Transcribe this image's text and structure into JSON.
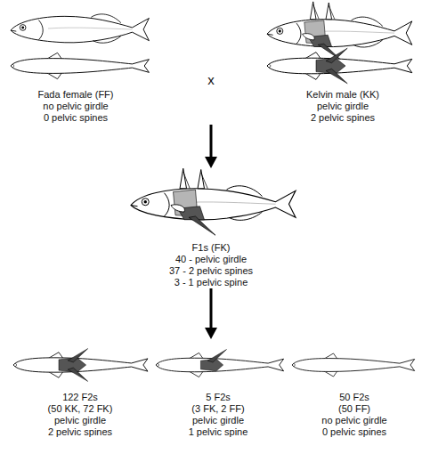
{
  "diagram": {
    "labels": [
      "Fada female (FF)",
      "no pelvic girdle",
      "0 pelvic spines",
      "x",
      "Kelvin male (KK)",
      "pelvic girdle",
      "2 pelvic spines",
      "F1s (FK)",
      "40 - pelvic girdle",
      "37 - 2 pelvic spines",
      "3 - 1 pelvic spine",
      "122 F2s",
      "(50 KK, 72 FK)",
      "pelvic girdle",
      "2 pelvic spines",
      "5 F2s",
      "(3 FK, 2 FF)",
      "pelvic girdle",
      "1 pelvic spine",
      "50 F2s",
      "(50 FF)",
      "no pelvic girdle",
      "0 pelvic spines"
    ]
  }
}
